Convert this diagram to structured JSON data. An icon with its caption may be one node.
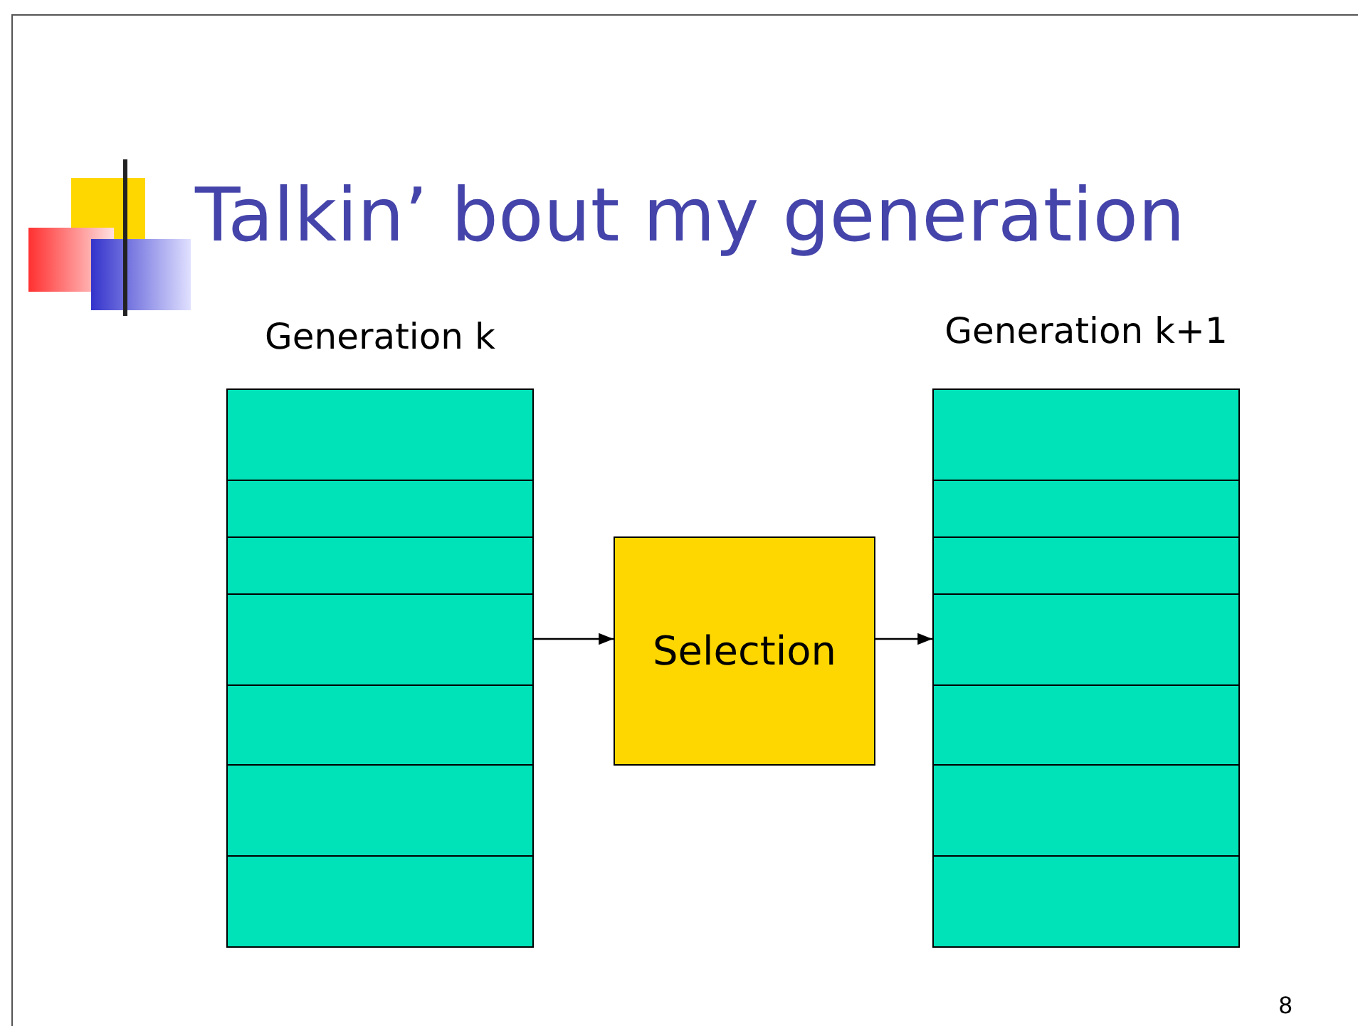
{
  "diagram": {
    "title": "Talkin’ bout my generation",
    "nodes": [
      {
        "text": [
          "Generation k"
        ]
      },
      {
        "text": [],
        "shape": "box",
        "in": 0
      },
      {
        "text": [],
        "shape": "box",
        "in": 0
      },
      {
        "text": [],
        "shape": "box",
        "in": 0
      },
      {
        "text": [],
        "shape": "box",
        "in": 0
      },
      {
        "text": [],
        "shape": "box",
        "in": 0
      },
      {
        "text": [],
        "shape": "box",
        "in": 0
      },
      {
        "text": [],
        "shape": "box",
        "in": 0
      },
      {
        "text": [
          "Selection"
        ]
      },
      {
        "text": [
          "Generation k+1"
        ]
      },
      {
        "text": [],
        "shape": "box",
        "in": 9
      },
      {
        "text": [],
        "shape": "box",
        "in": 9
      },
      {
        "text": [],
        "shape": "box",
        "in": 9
      },
      {
        "text": [],
        "shape": "box",
        "in": 9
      },
      {
        "text": [],
        "shape": "box",
        "in": 9
      },
      {
        "text": [],
        "shape": "box",
        "in": 9
      },
      {
        "text": [],
        "shape": "box",
        "in": 9
      }
    ],
    "edges": [
      {
        "from": 4,
        "to": 8,
        "arrow": "to"
      },
      {
        "from": 8,
        "to": 13,
        "arrow": "to"
      }
    ],
    "labels": [
      "8"
    ]
  }
}
